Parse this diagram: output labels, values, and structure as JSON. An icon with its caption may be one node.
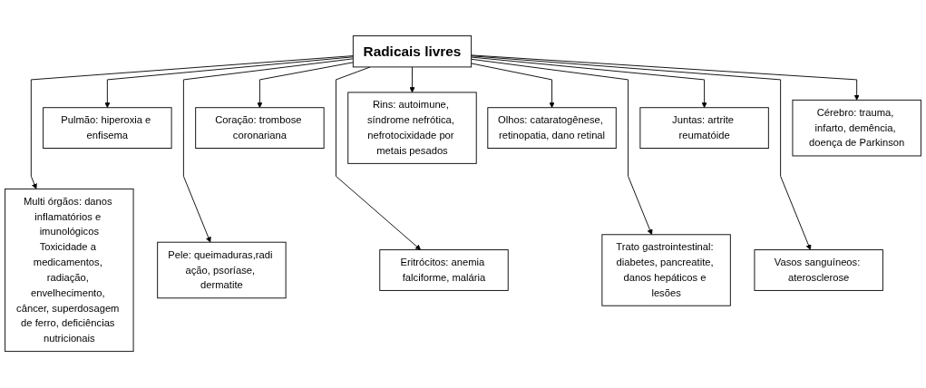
{
  "diagram": {
    "nodes": [
      {
        "text": [
          "Pulmão: hiperoxia e enfisema"
        ]
      },
      {
        "text": [
          "Coração: trombose coronariana"
        ]
      },
      {
        "text": [
          "Olhos: cataratogênese, retinopatia, dano retinal"
        ]
      },
      {
        "text": [
          "Juntas: artrite reumatóide"
        ]
      },
      {
        "text": [
          "Cérebro: trauma, infarto, demência, doença de Parkinson"
        ]
      },
      {
        "text": [
          "Radicais livres"
        ]
      },
      {
        "text": [
          "Rins: autoimune, síndrome nefrótica, nefrotocixidade por metais pesados"
        ]
      },
      {
        "text": [
          "Vasos sanguíneos: aterosclerose"
        ]
      },
      {
        "text": [
          "Multi órgãos: danos inflamatórios e imunológicos",
          "Toxicidade a medicamentos, radiação, envelhecimento, câncer, superdosagem de ferro, deficiências nutricionais"
        ]
      },
      {
        "text": [
          "Pele: queimaduras,radi ação, psoríase, dermatite"
        ]
      },
      {
        "text": [
          "Eritrócitos: anemia falciforme, malária"
        ]
      },
      {
        "text": [
          "Trato gastrointestinal: diabetes, pancreatite, danos hepáticos e lesões"
        ]
      }
    ],
    "edges": [
      {
        "from": 5,
        "to": 0,
        "arrow": "to"
      },
      {
        "from": 5,
        "to": 1,
        "arrow": "to"
      },
      {
        "from": 5,
        "to": 2,
        "arrow": "to"
      },
      {
        "from": 5,
        "to": 3,
        "arrow": "to"
      },
      {
        "from": 5,
        "to": 4,
        "arrow": "to"
      },
      {
        "from": 5,
        "to": 6,
        "arrow": "to"
      },
      {
        "from": 5,
        "to": 7,
        "arrow": "to"
      },
      {
        "from": 5,
        "to": 8,
        "arrow": "to"
      },
      {
        "from": 5,
        "to": 9,
        "arrow": "to"
      },
      {
        "from": 5,
        "to": 10,
        "arrow": "to"
      },
      {
        "from": 5,
        "to": 11,
        "arrow": "to"
      }
    ]
  }
}
